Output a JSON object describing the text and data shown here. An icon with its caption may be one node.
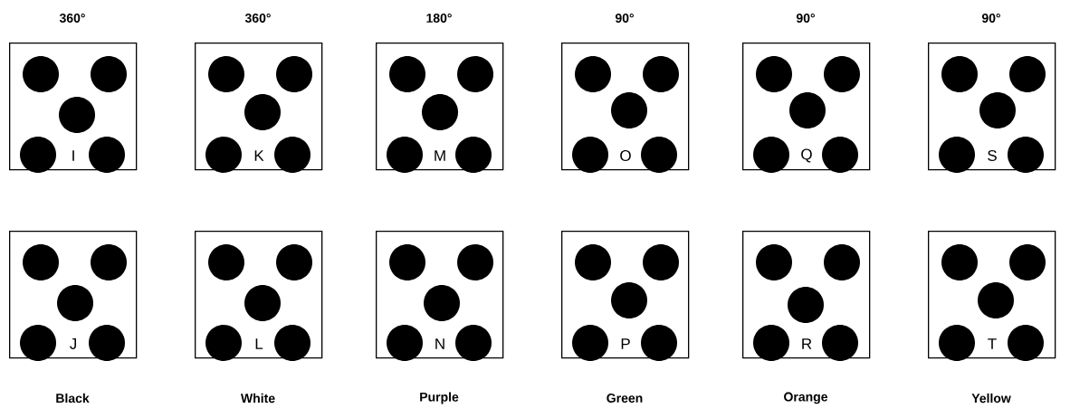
{
  "diagram": {
    "nodes": [
      {
        "text": [
          "I"
        ],
        "beside": [
          "360°"
        ]
      },
      {
        "text": [
          "K"
        ],
        "beside": [
          "360°"
        ]
      },
      {
        "text": [
          "M"
        ],
        "beside": [
          "180°"
        ]
      },
      {
        "text": [
          "O"
        ],
        "beside": [
          "90°"
        ]
      },
      {
        "text": [
          "Q"
        ],
        "beside": [
          "90°"
        ]
      },
      {
        "text": [
          "S"
        ],
        "beside": [
          "90°"
        ]
      },
      {
        "text": [
          "J"
        ],
        "beside": [
          "Black"
        ]
      },
      {
        "text": [
          "L"
        ],
        "beside": [
          "White"
        ]
      },
      {
        "text": [
          "N"
        ],
        "beside": [
          "Purple"
        ]
      },
      {
        "text": [
          "P"
        ],
        "beside": [
          "Green"
        ]
      },
      {
        "text": [
          "R"
        ],
        "beside": [
          "Orange"
        ]
      },
      {
        "text": [
          "T"
        ],
        "beside": [
          "Yellow"
        ]
      }
    ]
  }
}
